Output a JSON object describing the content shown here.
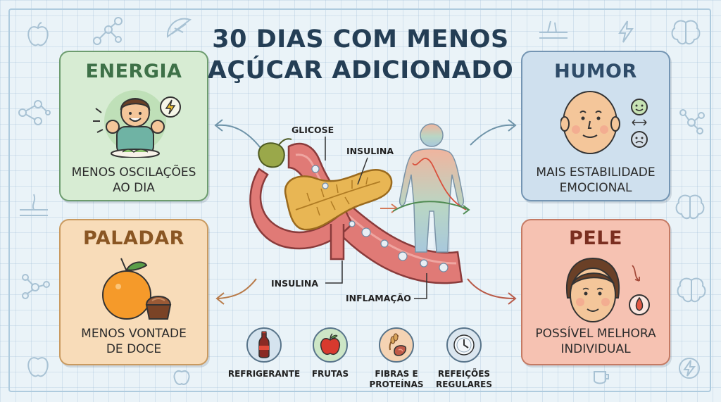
{
  "title": {
    "line1": "30 DIAS COM MENOS",
    "line2": "AÇÚCAR ADICIONADO"
  },
  "cards": {
    "energia": {
      "title": "ENERGIA",
      "line1": "MENOS OSCILAÇÕES",
      "line2": "AO DIA",
      "color": "#d7ecd3"
    },
    "paladar": {
      "title": "PALADAR",
      "line1": "MENOS VONTADE",
      "line2": "DE DOCE",
      "color": "#f8dcb9"
    },
    "humor": {
      "title": "HUMOR",
      "line1": "MAIS ESTABILIDADE",
      "line2": "EMOCIONAL",
      "color": "#cfe0ee"
    },
    "pele": {
      "title": "PELE",
      "line1": "POSSÍVEL MELHORA",
      "line2": "INDIVIDUAL",
      "color": "#f6c2b2"
    }
  },
  "center": {
    "labels": {
      "glicose": "GLICOSE",
      "insulina_top": "INSULINA",
      "insulina_bottom": "INSULINA",
      "inflamacao": "INFLAMAÇÃO"
    }
  },
  "bottom_items": [
    {
      "icon": "soda-bottle-icon",
      "line1": "REFRIGERANTE",
      "line2": "",
      "color": "#d5e3ee"
    },
    {
      "icon": "apple-icon",
      "line1": "FRUTAS",
      "line2": "",
      "color": "#cde6c6"
    },
    {
      "icon": "fiber-protein-icon",
      "line1": "FIBRAS E",
      "line2": "PROTEÍNAS",
      "color": "#f5d3b3"
    },
    {
      "icon": "clock-plate-icon",
      "line1": "REFEIÇÕES",
      "line2": "REGULARES",
      "color": "#dbe6ef"
    }
  ],
  "colors": {
    "background": "#eaf3f8",
    "title": "#243e55",
    "pancreas": "#e8b654",
    "vessel": "#d96a6a"
  }
}
